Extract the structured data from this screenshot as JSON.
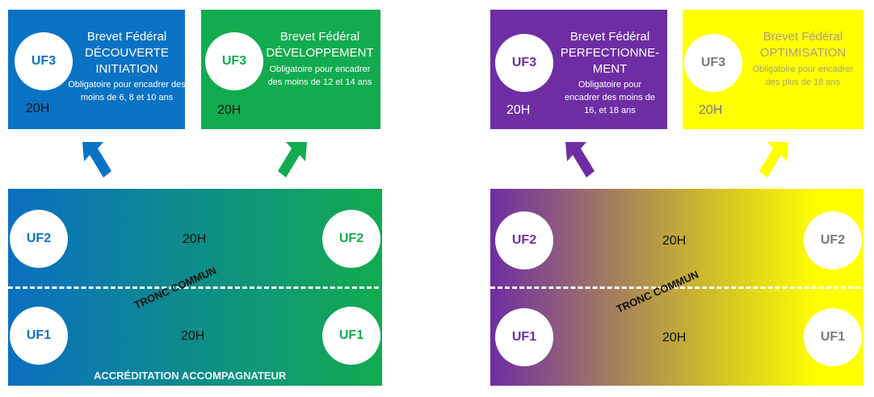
{
  "top_boxes": [
    {
      "uf": "UF3",
      "hours": "20H",
      "title": "Brevet Fédéral",
      "name": "DÉCOUVERTE INITIATION",
      "desc": "Obligatoire pour encadrer des moins de 6, 8 et 10 ans",
      "bg": "#0a72c4",
      "uf_color": "#0a72c4",
      "text_color": "#ffffff",
      "hours_color": "#111111"
    },
    {
      "uf": "UF3",
      "hours": "20H",
      "title": "Brevet Fédéral",
      "name": "DÉVELOPPEMENT",
      "desc": "Obligatoire pour encadrer des moins de 12 et 14 ans",
      "bg": "#12ab4f",
      "uf_color": "#12ab4f",
      "text_color": "#ffffff",
      "hours_color": "#111111"
    },
    {
      "uf": "UF3",
      "hours": "20H",
      "title": "Brevet Fédéral",
      "name": "PERFECTIONNE-MENT",
      "desc": "Obligatoire pour encadrer des moins de 16, et 18 ans",
      "bg": "#6f2da4",
      "uf_color": "#6f2da4",
      "text_color": "#ffffff",
      "hours_color": "#ffffff"
    },
    {
      "uf": "UF3",
      "hours": "20H",
      "title": "Brevet Fédéral",
      "name": "OPTIMISATION",
      "desc": "Obligatoire pour encadrer des plus de 18 ans",
      "bg": "#ffff00",
      "uf_color": "#7a7a7a",
      "text_color": "#a8a07a",
      "hours_color": "#7a7a7a"
    }
  ],
  "panels": [
    {
      "uf2": "UF2",
      "uf1": "UF1",
      "hours_top": "20H",
      "hours_bottom": "20H",
      "tronc": "TRONC COMMUN",
      "footer": "ACCRÉDITATION ACCOMPAGNATEUR",
      "gradient_start": "#0a6fc2",
      "gradient_end": "#12ab4f",
      "left_uf_color": "#0a72c4",
      "right_uf_color": "#12ab4f"
    },
    {
      "uf2": "UF2",
      "uf1": "UF1",
      "hours_top": "20H",
      "hours_bottom": "20H",
      "tronc": "TRONC COMMUN",
      "gradient_start": "#6f2da4",
      "gradient_end": "#ffff00",
      "left_uf_color": "#6f2da4",
      "right_uf_color": "#7a7a7a"
    }
  ],
  "arrows": [
    {
      "color": "#0a72c4",
      "direction": "up-left"
    },
    {
      "color": "#12ab4f",
      "direction": "up-right"
    },
    {
      "color": "#6f2da4",
      "direction": "up-left"
    },
    {
      "color": "#ffff00",
      "direction": "up-right"
    }
  ]
}
